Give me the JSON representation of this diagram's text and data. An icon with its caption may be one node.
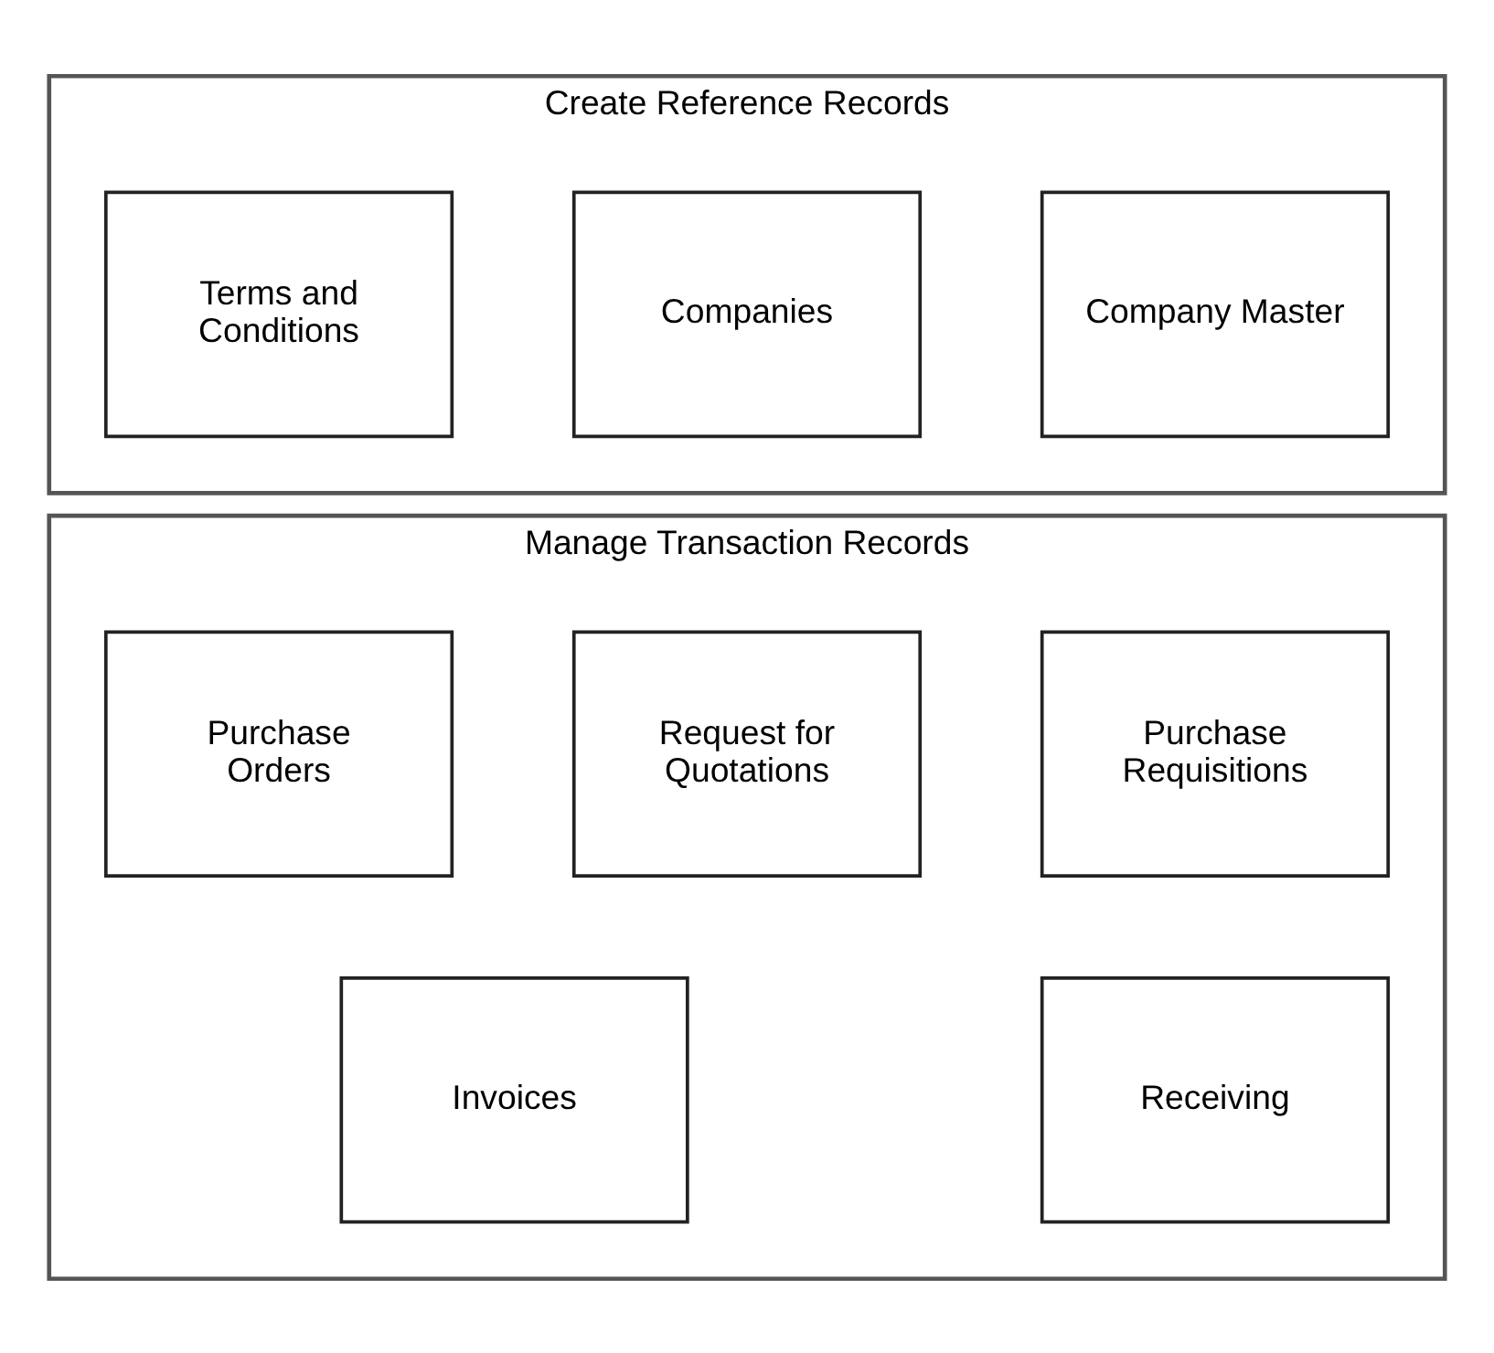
{
  "diagram": {
    "nodes": [
      {
        "text": [
          "Create Reference Records"
        ]
      },
      {
        "text": [
          "Company Master"
        ],
        "in": 0
      },
      {
        "text": [
          "Companies"
        ],
        "in": 0
      },
      {
        "text": [
          "Terms and Conditions"
        ],
        "in": 0
      },
      {
        "text": [
          "Manage Transaction Records"
        ]
      },
      {
        "text": [
          "Purchase Requisitions"
        ],
        "in": 4
      },
      {
        "text": [
          "Request for Quotations"
        ],
        "in": 4
      },
      {
        "text": [
          "Purchase Orders"
        ],
        "in": 4
      },
      {
        "text": [
          "Receiving"
        ],
        "in": 4
      },
      {
        "text": [
          "Invoices"
        ],
        "in": 4
      }
    ],
    "edges": []
  }
}
